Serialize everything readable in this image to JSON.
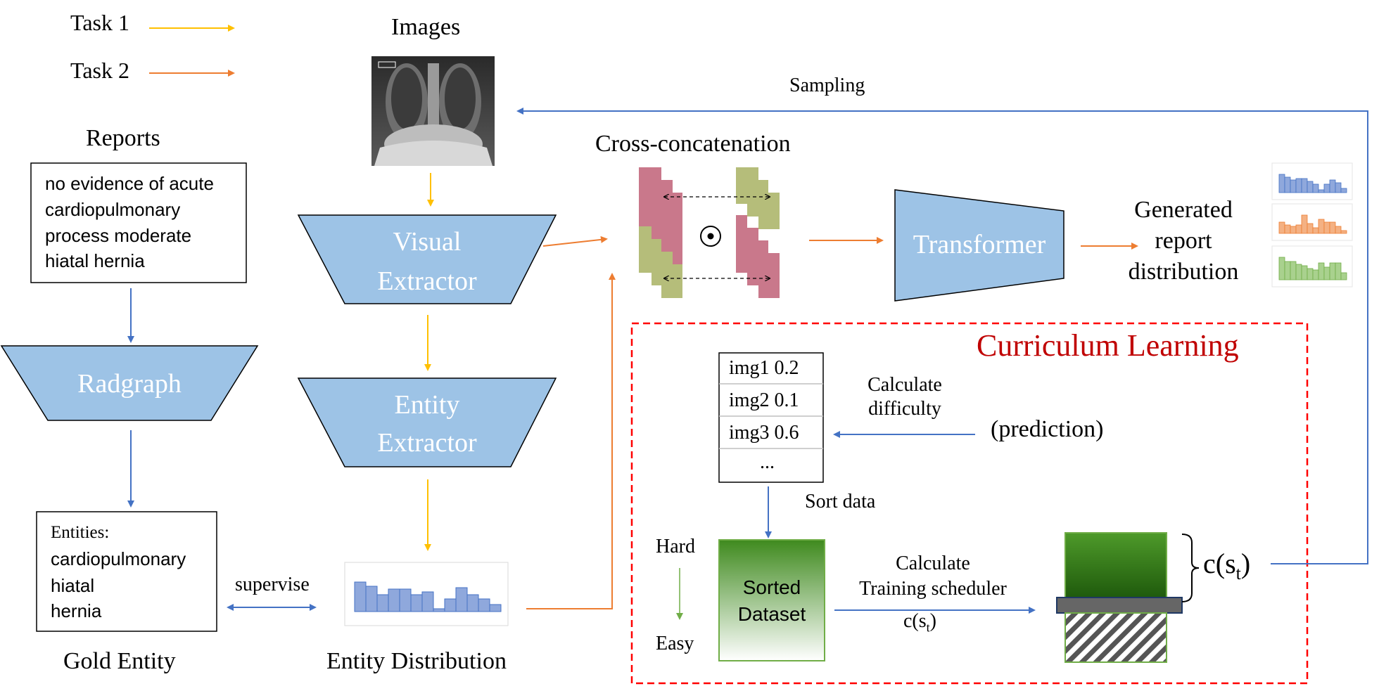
{
  "legend": {
    "task1": "Task 1",
    "task2": "Task 2"
  },
  "colors": {
    "task1_arrow": "#FFC000",
    "task2_arrow": "#ED7D31",
    "blue_arrow": "#4472C4",
    "module_fill": "#9DC3E6",
    "curriculum_border": "#FF0000",
    "curriculum_title": "#C00000",
    "pink_block": "#C9788B",
    "olive_block": "#B5BD7A"
  },
  "images": {
    "title": "Images"
  },
  "reports": {
    "title": "Reports",
    "lines": [
      "no evidence of acute",
      "cardiopulmonary",
      "process moderate",
      "hiatal hernia"
    ]
  },
  "modules": {
    "radgraph": "Radgraph",
    "visual_extractor": [
      "Visual",
      "Extractor"
    ],
    "entity_extractor": [
      "Entity",
      "Extractor"
    ],
    "transformer": "Transformer"
  },
  "gold_entity": {
    "lines": [
      "Entities:",
      "cardiopulmonary",
      "hiatal",
      "hernia"
    ],
    "caption": "Gold Entity"
  },
  "supervise_label": "supervise",
  "entity_distribution_caption": "Entity Distribution",
  "cross_concat_title": "Cross-concatenation",
  "odot_symbol": "⊙",
  "generated": [
    "Generated",
    "report",
    "distribution"
  ],
  "sampling_label": "Sampling",
  "curriculum": {
    "title": "Curriculum Learning",
    "table_rows": [
      "img1 0.2",
      "img2 0.1",
      "img3 0.6",
      "..."
    ],
    "calc_difficulty": [
      "Calculate",
      "difficulty"
    ],
    "prediction": "(prediction)",
    "sort_data": "Sort data",
    "hard": "Hard",
    "easy": "Easy",
    "sorted_dataset": [
      "Sorted",
      "Dataset"
    ],
    "calc_scheduler": [
      "Calculate",
      "Training scheduler"
    ],
    "cs_base": "c(s",
    "cs_sub": "t",
    "cs_close": ")"
  }
}
